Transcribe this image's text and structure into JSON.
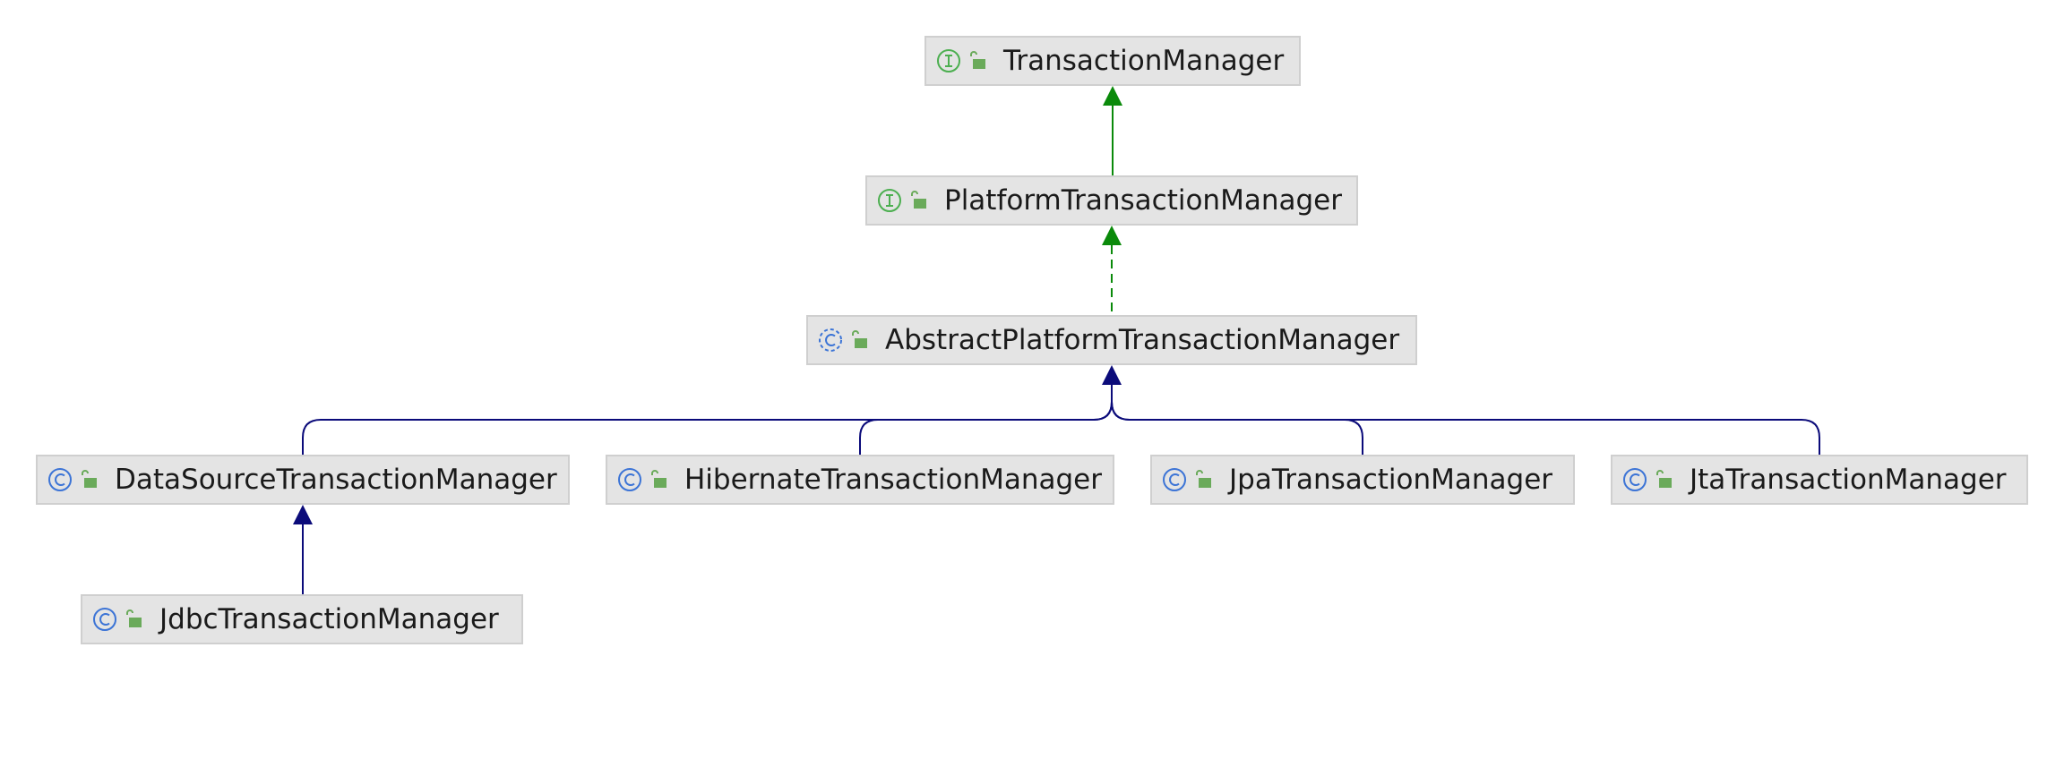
{
  "diagram": {
    "colors": {
      "interface": "#4caf50",
      "interface_edge": "#0a8a0a",
      "class": "#3c74d6",
      "class_edge": "#0b0b7a",
      "lock": "#6aaa5a",
      "node_fill": "#e4e4e4",
      "node_border": "#cfcfcf",
      "text": "#1a1a1a"
    },
    "nodes": [
      {
        "id": "tm",
        "label": "TransactionManager",
        "kind": "interface",
        "icon": "interface-icon"
      },
      {
        "id": "ptm",
        "label": "PlatformTransactionManager",
        "kind": "interface",
        "icon": "interface-icon"
      },
      {
        "id": "aptm",
        "label": "AbstractPlatformTransactionManager",
        "kind": "abstract-class",
        "icon": "abstract-class-icon"
      },
      {
        "id": "dstm",
        "label": "DataSourceTransactionManager",
        "kind": "class",
        "icon": "class-icon"
      },
      {
        "id": "htm",
        "label": "HibernateTransactionManager",
        "kind": "class",
        "icon": "class-icon"
      },
      {
        "id": "jpatm",
        "label": "JpaTransactionManager",
        "kind": "class",
        "icon": "class-icon"
      },
      {
        "id": "jtatm",
        "label": "JtaTransactionManager",
        "kind": "class",
        "icon": "class-icon"
      },
      {
        "id": "jdbctm",
        "label": "JdbcTransactionManager",
        "kind": "class",
        "icon": "class-icon"
      }
    ],
    "edges": [
      {
        "from": "ptm",
        "to": "tm",
        "type": "extends-interface"
      },
      {
        "from": "aptm",
        "to": "ptm",
        "type": "implements"
      },
      {
        "from": "dstm",
        "to": "aptm",
        "type": "extends"
      },
      {
        "from": "htm",
        "to": "aptm",
        "type": "extends"
      },
      {
        "from": "jpatm",
        "to": "aptm",
        "type": "extends"
      },
      {
        "from": "jtatm",
        "to": "aptm",
        "type": "extends"
      },
      {
        "from": "jdbctm",
        "to": "dstm",
        "type": "extends"
      }
    ]
  }
}
